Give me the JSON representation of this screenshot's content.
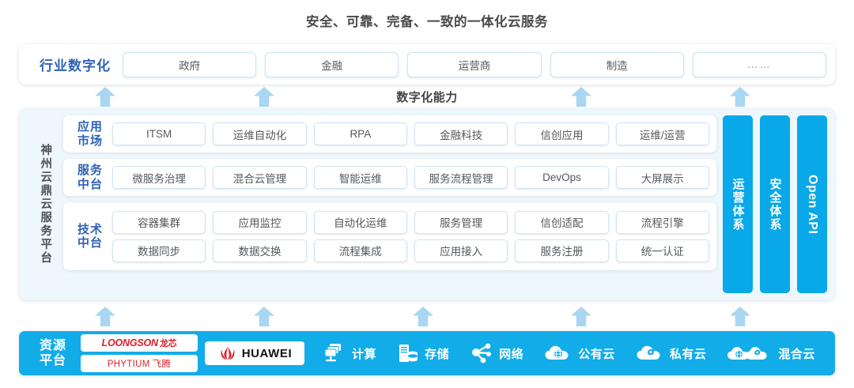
{
  "title": "安全、可靠、完备、一致的一体化云服务",
  "capability_title": "数字化能力",
  "industry": {
    "label": "行业数字化",
    "items": [
      "政府",
      "金融",
      "运营商",
      "制造",
      "……"
    ]
  },
  "platform": {
    "label": "神州云鼎云服务平台",
    "bands": [
      {
        "label": "应用\n市场",
        "label_line1": "应用",
        "label_line2": "市场",
        "rows": [
          [
            "ITSM",
            "运维自动化",
            "RPA",
            "金融科技",
            "信创应用",
            "运维/运营"
          ]
        ]
      },
      {
        "label_line1": "服务",
        "label_line2": "中台",
        "rows": [
          [
            "微服务治理",
            "混合云管理",
            "智能运维",
            "服务流程管理",
            "DevOps",
            "大屏展示"
          ]
        ]
      },
      {
        "label_line1": "技术",
        "label_line2": "中台",
        "rows": [
          [
            "容器集群",
            "应用监控",
            "自动化运维",
            "服务管理",
            "信创适配",
            "流程引擎"
          ],
          [
            "数据同步",
            "数据交换",
            "流程集成",
            "应用接入",
            "服务注册",
            "统一认证"
          ]
        ]
      }
    ],
    "verticals": [
      "运营体系",
      "安全体系",
      "Open API"
    ]
  },
  "resource": {
    "label_line1": "资源",
    "label_line2": "平台",
    "logos": [
      {
        "name": "loongson",
        "latin": "LOONGSON",
        "cn": "龙芯"
      },
      {
        "name": "phytium",
        "latin": "PHYTIUM",
        "cn": "飞腾"
      },
      {
        "name": "huawei",
        "latin": "HUAWEI",
        "cn": ""
      }
    ],
    "items": [
      {
        "icon": "compute-icon",
        "label": "计算"
      },
      {
        "icon": "storage-icon",
        "label": "存储"
      },
      {
        "icon": "network-icon",
        "label": "网络"
      },
      {
        "icon": "public-cloud-icon",
        "label": "公有云"
      },
      {
        "icon": "private-cloud-icon",
        "label": "私有云"
      },
      {
        "icon": "hybrid-cloud-icon",
        "label": "混合云"
      }
    ]
  },
  "colors": {
    "accent_blue": "#12ace9",
    "vertical_bar_blue": "#09a8e8",
    "arrow_blue": "#a9d6f2",
    "label_blue": "#2f62b5",
    "panel_bg": "#eef7fb",
    "logo_red": "#d9202b"
  },
  "arrows": {
    "top_row_x": [
      120,
      321,
      722,
      923
    ],
    "bottom_row_x": [
      120,
      321,
      522,
      722,
      923
    ]
  }
}
